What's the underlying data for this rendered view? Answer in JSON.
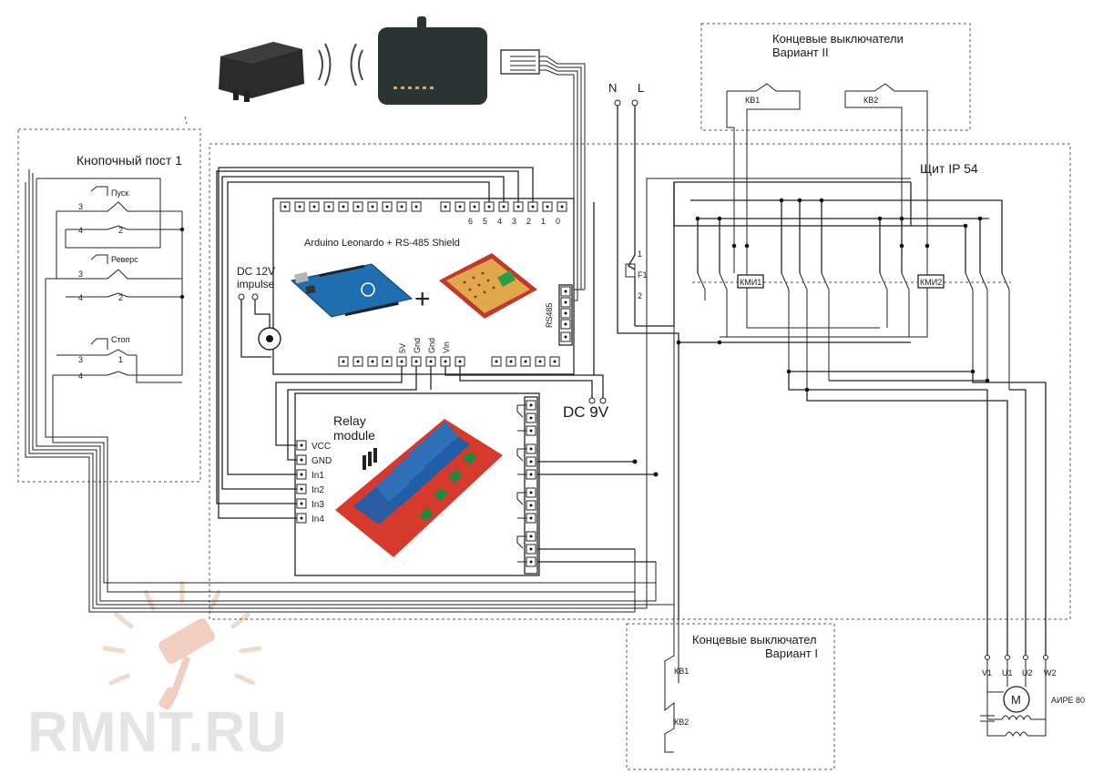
{
  "diagram": {
    "arduino_title": "Arduino Leonardo + RS-485 Shield",
    "pin_numbers": [
      "6",
      "5",
      "4",
      "3",
      "2",
      "1",
      "0"
    ],
    "bottom_pins": [
      "5V",
      "Gnd",
      "Gnd",
      "Vin"
    ],
    "rs485_label": "RS485",
    "dc12_label": "DC 12V",
    "impulse_label": "impulse",
    "dc9_label": "DC 9V",
    "relay_title_1": "Relay",
    "relay_title_2": "module",
    "relay_inputs": [
      "VCC",
      "GND",
      "In1",
      "In2",
      "In3",
      "In4"
    ],
    "button_post_title": "Кнопочный пост 1",
    "btn_start": "Пуск",
    "btn_reverse": "Реверс",
    "btn_stop": "Стоп",
    "contact_nums": [
      "3",
      "4",
      "2",
      "1"
    ],
    "panel_title": "Щит IP 54",
    "limit_v2_title_1": "Концевые выключатели",
    "limit_v2_title_2": "Вариант II",
    "limit_v1_title_1": "Концевые выключател",
    "limit_v1_title_2": "Вариант I",
    "kv1": "КВ1",
    "kv2": "КВ2",
    "km1": "КМИ1",
    "km2": "КМИ2",
    "n_label": "N",
    "l_label": "L",
    "fuse": "F1",
    "fuse_pin_top": "1",
    "fuse_pin_bottom": "2",
    "motor_terms": [
      "V1",
      "U1",
      "U2",
      "W2"
    ],
    "motor_symbol": "M",
    "motor_model": "АИРЕ 80",
    "watermark": "RMNT.RU",
    "colors": {
      "arduino_blue": "#1f6fb0",
      "shield_red": "#c0392b",
      "relay_red": "#d63a2c",
      "relay_blue": "#1f5fa8",
      "terminal_green": "#2e9e44",
      "watermark": "#e4e4e4",
      "watermark_sun": "#f3d9c8"
    }
  }
}
